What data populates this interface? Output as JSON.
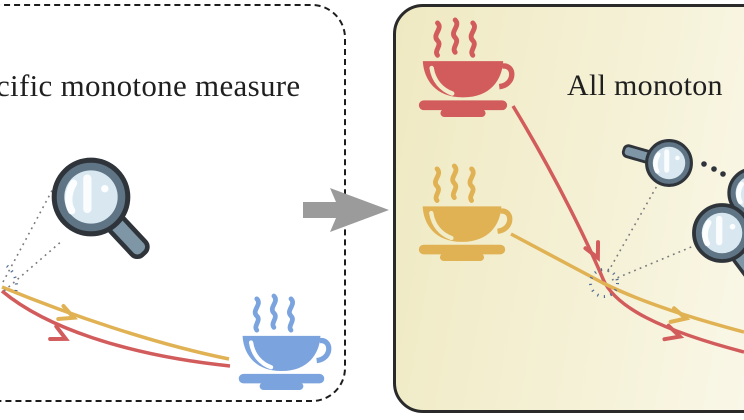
{
  "figure": {
    "left_panel": {
      "title": "cific monotone measure",
      "elements": [
        "magnifying-glass",
        "measurement-point-dotted-arc",
        "red-trajectory",
        "gold-trajectory",
        "blue-coffee-cup"
      ]
    },
    "arrow": {
      "direction": "right"
    },
    "right_panel": {
      "title": "All monoton",
      "elements": [
        "red-coffee-cup",
        "gold-coffee-cup",
        "red-trajectory",
        "gold-trajectory",
        "crossing-point-dotted-circle",
        "magnifying-glass-1",
        "ellipsis-dots",
        "magnifying-glass-2",
        "magnifying-glass-3"
      ]
    }
  },
  "colors": {
    "red": "#d25c5c",
    "gold": "#e0b254",
    "blue": "#7ba4de",
    "border": "#2a2a2a",
    "dash_border": "#1c1c1c",
    "arrow": "#9b9b9b",
    "mag_body": "#5f7585",
    "mag_handle": "#7e96a6",
    "lens": "#d9e8f0",
    "outline": "#2e343a",
    "dot_blue": "#4e6d94",
    "callout": "#7a7a7a",
    "text": "#1f1f1f",
    "panel_right_from": "#efe9c2",
    "panel_right_mid": "#f5f1d6",
    "panel_right_to": "#fbf9ee",
    "cup_highlight_left": "#ffffff",
    "cup_highlight_right": "#f1ecca"
  }
}
